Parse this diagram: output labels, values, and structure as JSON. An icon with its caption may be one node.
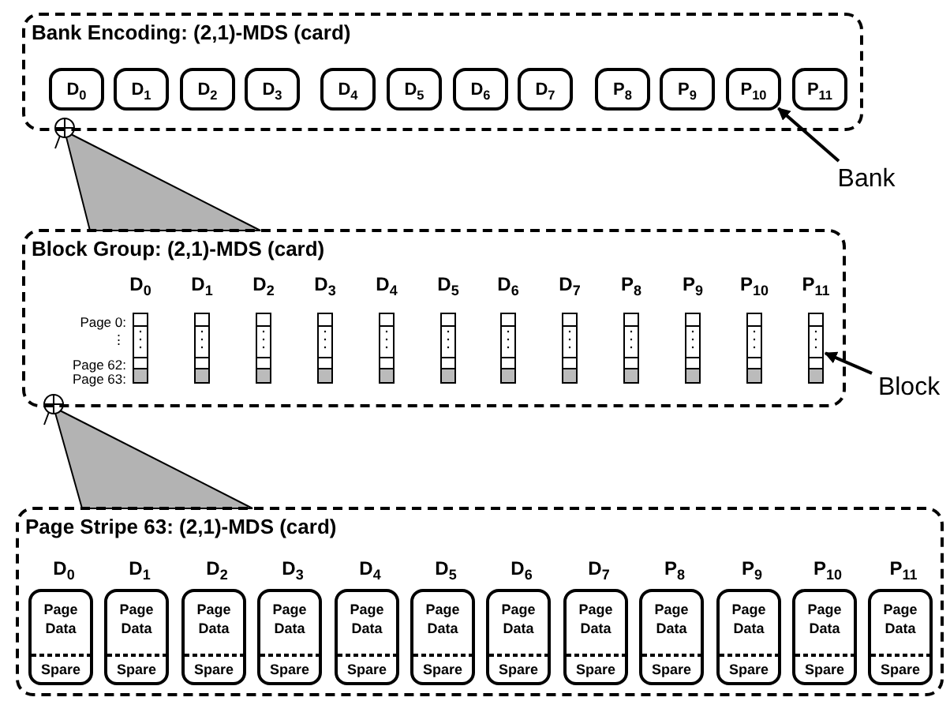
{
  "diagram": {
    "nodes": [
      {
        "text": [
          "Bank Encoding: (2,1)-MDS (card)"
        ]
      },
      {
        "text": [
          "D$_{0}$"
        ],
        "in": 0
      },
      {
        "text": [
          "D$_{1}$"
        ],
        "in": 0
      },
      {
        "text": [
          "D$_{2}$"
        ],
        "in": 0
      },
      {
        "text": [
          "D$_{3}$"
        ],
        "in": 0
      },
      {
        "text": [
          "D$_{4}$"
        ],
        "in": 0
      },
      {
        "text": [
          "D$_{5}$"
        ],
        "in": 0
      },
      {
        "text": [
          "D$_{6}$"
        ],
        "in": 0
      },
      {
        "text": [
          "D$_{7}$"
        ],
        "in": 0
      },
      {
        "text": [
          "P$_{8}$"
        ],
        "in": 0
      },
      {
        "text": [
          "P$_{9}$"
        ],
        "in": 0
      },
      {
        "text": [
          "P$_{10}$"
        ],
        "in": 0
      },
      {
        "text": [
          "P$_{11}$"
        ],
        "in": 0
      },
      {
        "text": [
          "Bank"
        ]
      },
      {
        "text": [
          "Block Group: (2,1)-MDS (card)"
        ]
      },
      {
        "text": [],
        "shape": "bar",
        "in": 14,
        "beside": [
          "D$_{0}$"
        ]
      },
      {
        "text": [],
        "shape": "bar",
        "in": 14,
        "beside": [
          "D$_{1}$"
        ]
      },
      {
        "text": [],
        "shape": "bar",
        "in": 14,
        "beside": [
          "D$_{2}$"
        ]
      },
      {
        "text": [],
        "shape": "bar",
        "in": 14,
        "beside": [
          "D$_{3}$"
        ]
      },
      {
        "text": [],
        "shape": "bar",
        "in": 14,
        "beside": [
          "D$_{4}$"
        ]
      },
      {
        "text": [],
        "shape": "bar",
        "in": 14,
        "beside": [
          "D$_{5}$"
        ]
      },
      {
        "text": [],
        "shape": "bar",
        "in": 14,
        "beside": [
          "D$_{6}$"
        ]
      },
      {
        "text": [],
        "shape": "bar",
        "in": 14,
        "beside": [
          "D$_{7}$"
        ]
      },
      {
        "text": [],
        "shape": "bar",
        "in": 14,
        "beside": [
          "P$_{8}$"
        ]
      },
      {
        "text": [],
        "shape": "bar",
        "in": 14,
        "beside": [
          "P$_{9}$"
        ]
      },
      {
        "text": [],
        "shape": "bar",
        "in": 14,
        "beside": [
          "P$_{10}$"
        ]
      },
      {
        "text": [],
        "shape": "bar",
        "in": 14,
        "beside": [
          "P$_{11}$"
        ]
      },
      {
        "text": [
          "Block"
        ]
      },
      {
        "text": [
          "Page Stripe 63: (2,1)-MDS (card)"
        ]
      },
      {
        "text": [
          "Page Data",
          "Spare"
        ],
        "in": 28,
        "beside": [
          "D$_{0}$"
        ]
      },
      {
        "text": [
          "Page Data",
          "Spare"
        ],
        "in": 28,
        "beside": [
          "D$_{1}$"
        ]
      },
      {
        "text": [
          "Page Data",
          "Spare"
        ],
        "in": 28,
        "beside": [
          "D$_{2}$"
        ]
      },
      {
        "text": [
          "Page Data",
          "Spare"
        ],
        "in": 28,
        "beside": [
          "D$_{3}$"
        ]
      },
      {
        "text": [
          "Page Data",
          "Spare"
        ],
        "in": 28,
        "beside": [
          "D$_{4}$"
        ]
      },
      {
        "text": [
          "Page Data",
          "Spare"
        ],
        "in": 28,
        "beside": [
          "D$_{5}$"
        ]
      },
      {
        "text": [
          "Page Data",
          "Spare"
        ],
        "in": 28,
        "beside": [
          "D$_{6}$"
        ]
      },
      {
        "text": [
          "Page Data",
          "Spare"
        ],
        "in": 28,
        "beside": [
          "D$_{7}$"
        ]
      },
      {
        "text": [
          "Page Data",
          "Spare"
        ],
        "in": 28,
        "beside": [
          "P$_{8}$"
        ]
      },
      {
        "text": [
          "Page Data",
          "Spare"
        ],
        "in": 28,
        "beside": [
          "P$_{9}$"
        ]
      },
      {
        "text": [
          "Page Data",
          "Spare"
        ],
        "in": 28,
        "beside": [
          "P$_{10}$"
        ]
      },
      {
        "text": [
          "Page Data",
          "Spare"
        ],
        "in": 28,
        "beside": [
          "P$_{11}$"
        ]
      }
    ],
    "edges": [
      {
        "from": 13,
        "to": 11,
        "arrow": "to"
      },
      {
        "from": 27,
        "to": 26,
        "arrow": "to"
      }
    ],
    "labels": [
      "Page 0:",
      "⋮",
      "Page 62:",
      "Page 63:"
    ]
  }
}
